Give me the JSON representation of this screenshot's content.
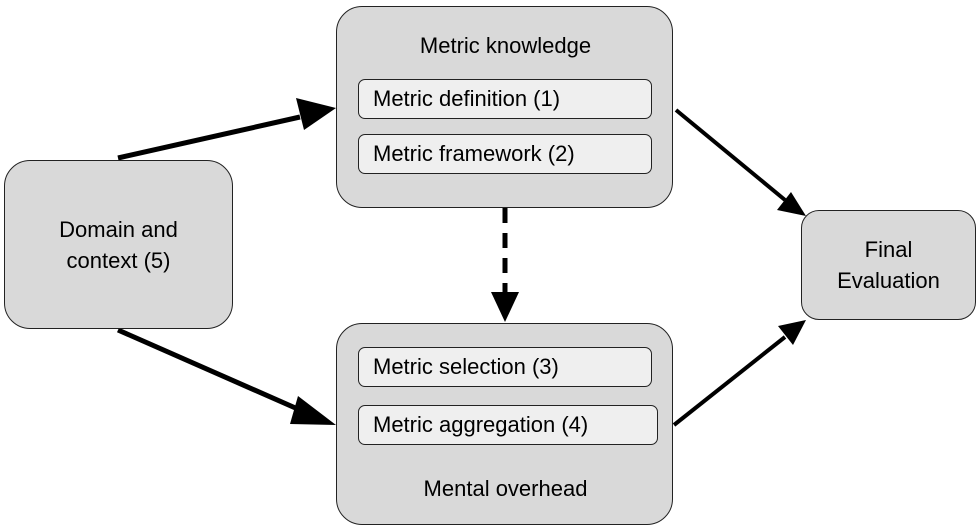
{
  "domain_box": {
    "label": "Domain and context (5)"
  },
  "knowledge_box": {
    "title": "Metric knowledge",
    "items": [
      "Metric definition (1)",
      "Metric framework (2)"
    ]
  },
  "overhead_box": {
    "title": "Mental overhead",
    "items": [
      "Metric selection (3)",
      "Metric aggregation (4)"
    ]
  },
  "final_box": {
    "label": "Final Evaluation"
  }
}
